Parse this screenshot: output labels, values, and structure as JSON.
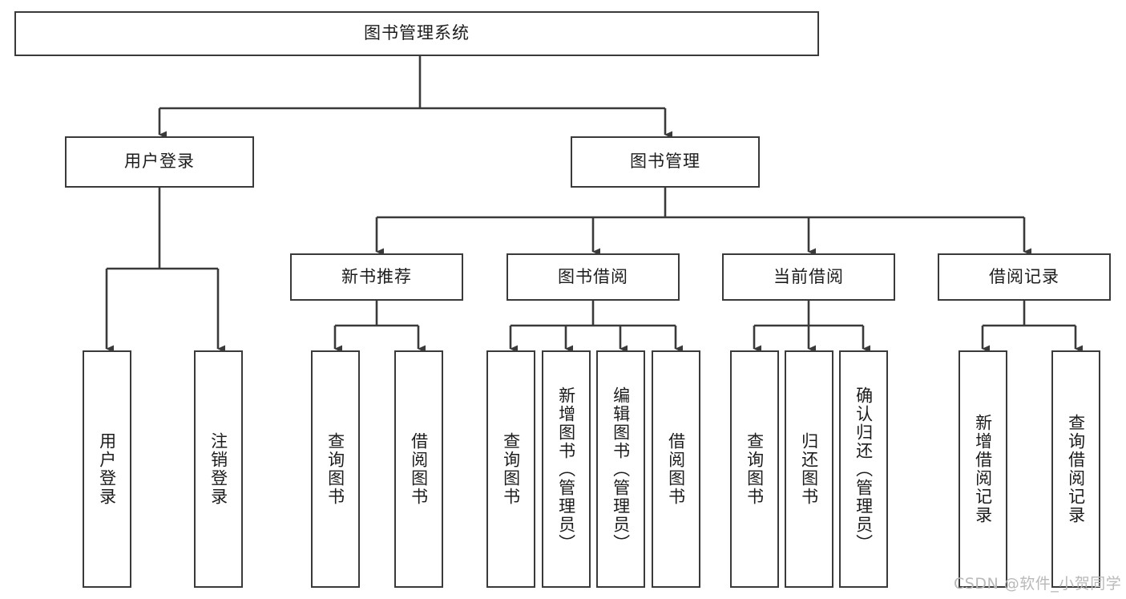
{
  "diagram": {
    "type": "tree",
    "title": "图书管理系统",
    "orientation": "top-down",
    "levels": 4,
    "edge_style": "orthogonal-arrow",
    "colors": {
      "box_border": "#3a3a3a",
      "box_fill": "#ffffff",
      "edge": "#3a3a3a",
      "text": "#1c1c1c",
      "watermark": "#b9b9b9"
    }
  },
  "root": {
    "label": "图书管理系统"
  },
  "level2": [
    {
      "id": "user-login",
      "label": "用户登录"
    },
    {
      "id": "book-manage",
      "label": "图书管理"
    }
  ],
  "level3": [
    {
      "id": "new-book-recommend",
      "label": "新书推荐",
      "parent": "book-manage"
    },
    {
      "id": "book-borrow",
      "label": "图书借阅",
      "parent": "book-manage"
    },
    {
      "id": "current-borrow",
      "label": "当前借阅",
      "parent": "book-manage"
    },
    {
      "id": "borrow-record",
      "label": "借阅记录",
      "parent": "book-manage"
    }
  ],
  "leaves": {
    "user_login": [
      {
        "id": "leaf-user-login",
        "label": "用户登录"
      },
      {
        "id": "leaf-logout-login",
        "label": "注销登录"
      }
    ],
    "new_book_recommend": [
      {
        "id": "leaf-query-book-1",
        "label": "查询图书"
      },
      {
        "id": "leaf-borrow-book-1",
        "label": "借阅图书"
      }
    ],
    "book_borrow": [
      {
        "id": "leaf-query-book-2",
        "label": "查询图书"
      },
      {
        "id": "leaf-add-book",
        "label": "新增图书（管理员）"
      },
      {
        "id": "leaf-edit-book",
        "label": "编辑图书（管理员）"
      },
      {
        "id": "leaf-borrow-book-2",
        "label": "借阅图书"
      }
    ],
    "current_borrow": [
      {
        "id": "leaf-query-book-3",
        "label": "查询图书"
      },
      {
        "id": "leaf-return-book",
        "label": "归还图书"
      },
      {
        "id": "leaf-confirm-return",
        "label": "确认归还（管理员）"
      }
    ],
    "borrow_record": [
      {
        "id": "leaf-add-record",
        "label": "新增借阅记录"
      },
      {
        "id": "leaf-query-record",
        "label": "查询借阅记录"
      }
    ]
  },
  "watermark": {
    "text": "CSDN @软件_小贺同学"
  }
}
